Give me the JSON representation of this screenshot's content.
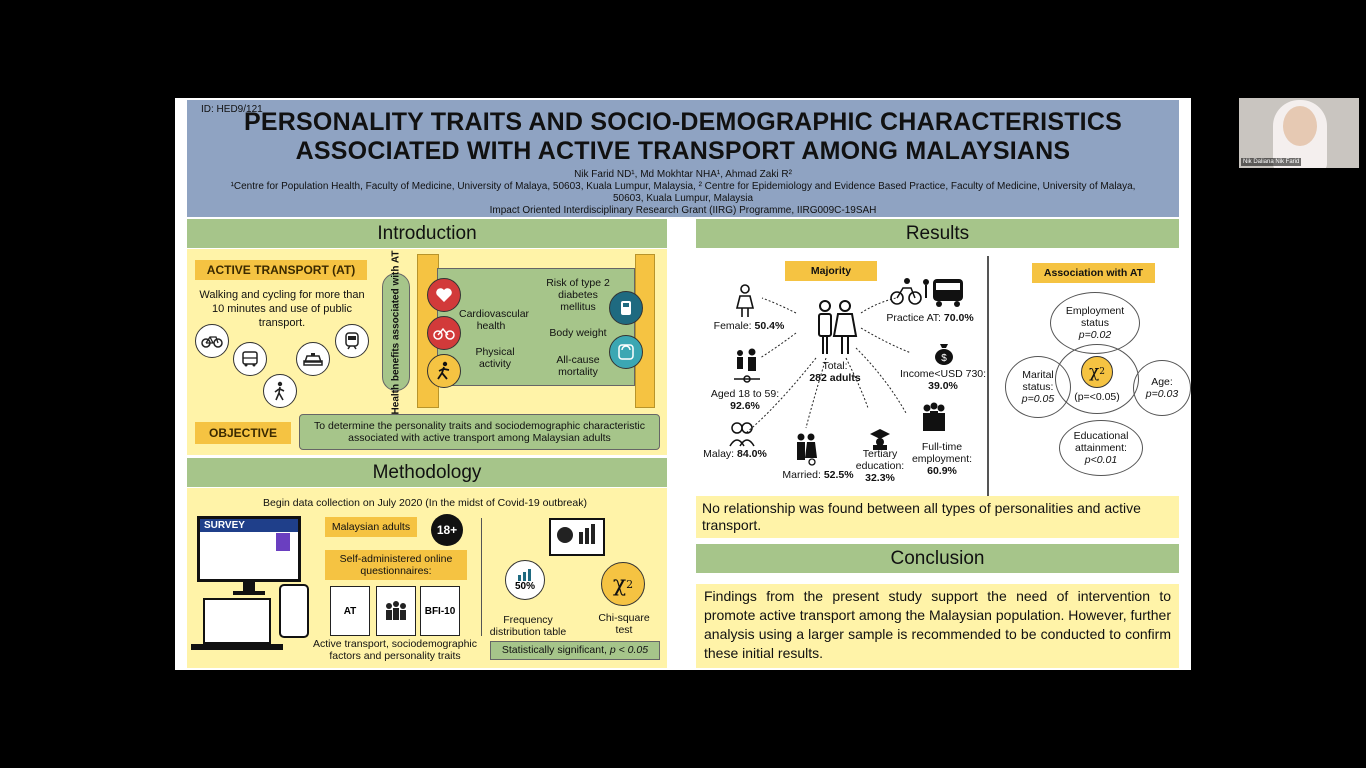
{
  "poster": {
    "id": "ID: HED9/121",
    "title_line1": "PERSONALITY TRAITS AND SOCIO-DEMOGRAPHIC CHARACTERISTICS",
    "title_line2": "ASSOCIATED WITH ACTIVE TRANSPORT AMONG MALAYSIANS",
    "authors": "Nik Farid ND¹, Md Mokhtar NHA¹, Ahmad Zaki R²",
    "affiliation_line1": "¹Centre for Population Health, Faculty of Medicine, University of Malaya, 50603, Kuala Lumpur, Malaysia, ² Centre for Epidemiology and Evidence Based Practice, Faculty of Medicine, University of Malaya,",
    "affiliation_line2": "50603, Kuala Lumpur, Malaysia",
    "grant": "Impact Oriented Interdisciplinary Research Grant (IIRG) Programme, IIRG009C-19SAH"
  },
  "introduction": {
    "heading": "Introduction",
    "at_badge": "ACTIVE TRANSPORT (AT)",
    "at_desc": "Walking and cycling for more than 10 minutes and use of public transport.",
    "health_label": "Health benefits associated with AT",
    "benefits": [
      "Cardiovascular health",
      "Physical activity"
    ],
    "risks": [
      "Risk of type 2 diabetes mellitus",
      "Body weight",
      "All-cause mortality"
    ],
    "objective_badge": "OBJECTIVE",
    "objective_text": "To determine the personality traits and sociodemographic characteristic associated with active transport among Malaysian adults"
  },
  "methodology": {
    "heading": "Methodology",
    "begin": "Begin data collection on July 2020 (In the midst of Covid-19 outbreak)",
    "survey_label": "SURVEY",
    "malaysian_adults": "Malaysian adults",
    "age_badge": "18+",
    "self_admin": "Self-administered online questionnaires:",
    "docs": [
      "AT",
      "BFI-10"
    ],
    "factors": "Active transport, sociodemographic factors and personality traits",
    "freq_pct": "50%",
    "freq_label": "Frequency distribution table",
    "chi_label": "Chi-square test",
    "significant": "Statistically significant,",
    "p_value": "p < 0.05"
  },
  "results": {
    "heading": "Results",
    "majority": "Majority",
    "female": "Female:",
    "female_val": "50.4%",
    "aged": "Aged 18 to 59:",
    "aged_val": "92.6%",
    "malay": "Malay:",
    "malay_val": "84.0%",
    "married": "Married:",
    "married_val": "52.5%",
    "total": "Total:",
    "total_val": "282 adults",
    "tertiary": "Tertiary education:",
    "tertiary_val": "32.3%",
    "fulltime": "Full-time employment:",
    "fulltime_val": "60.9%",
    "practice": "Practice AT:",
    "practice_val": "70.0%",
    "income": "Income<USD 730:",
    "income_val": "39.0%",
    "assoc_heading": "Association with AT",
    "employment": "Employment status",
    "employment_p": "p=0.02",
    "marital": "Marital status:",
    "marital_p": "p=0.05",
    "age": "Age:",
    "age_p": "p=0.03",
    "education": "Educational attainment:",
    "education_p": "p<0.01",
    "chi_center": "(p=<0.05)",
    "note": "No relationship was found between all types of personalities and active transport."
  },
  "conclusion": {
    "heading": "Conclusion",
    "text": "Findings from the present study support the need of intervention to promote active transport among the Malaysian population. However, further analysis using a larger sample is recommended to be conducted to confirm these initial results."
  },
  "webcam": {
    "name": "Nik Daliana Nik Farid"
  }
}
